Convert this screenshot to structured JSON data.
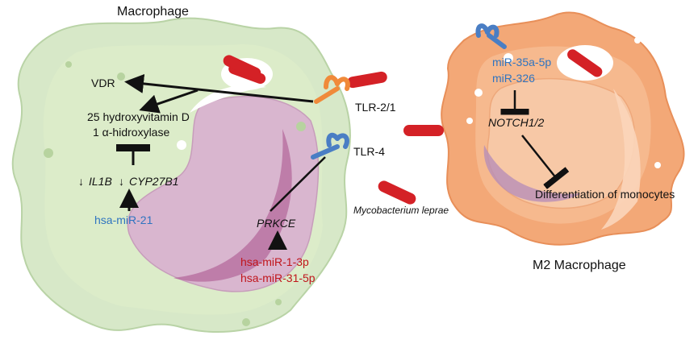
{
  "left_cell": {
    "title": "Macrophage",
    "vdr": "VDR",
    "enzyme_line1": "25 hydroxyvitamin D",
    "enzyme_line2": "1  α-hidroxylase",
    "down_arrow_1": "↓",
    "il1b": "IL1B",
    "down_arrow_2": "↓",
    "cyp27b1": "CYP27B1",
    "mir21": "hsa-miR-21",
    "prkce": "PRKCE",
    "mir1": "hsa-miR-1-3p",
    "mir31": "hsa-miR-31-5p",
    "colors": {
      "membrane": "#d7e8c8",
      "nucleus": "#d9b6cf",
      "nucleus_fold": "#b46a9c"
    }
  },
  "receptors": {
    "tlr21": "TLR-2/1",
    "tlr4": "TLR-4",
    "colors": {
      "tlr21": "#f08a3a",
      "tlr4": "#4a7ec4"
    }
  },
  "bacterium": {
    "label": "Mycobacterium leprae",
    "color": "#d42126"
  },
  "right_cell": {
    "title": "M2 Macrophage",
    "mir35a": "miR-35a-5p",
    "mir326": "miR-326",
    "notch": "NOTCH1/2",
    "differentiation": "Differentiation of monocytes",
    "colors": {
      "membrane": "#f3a877",
      "nucleus": "#f7c8a6",
      "nucleus_fold": "#b88fb8"
    }
  }
}
